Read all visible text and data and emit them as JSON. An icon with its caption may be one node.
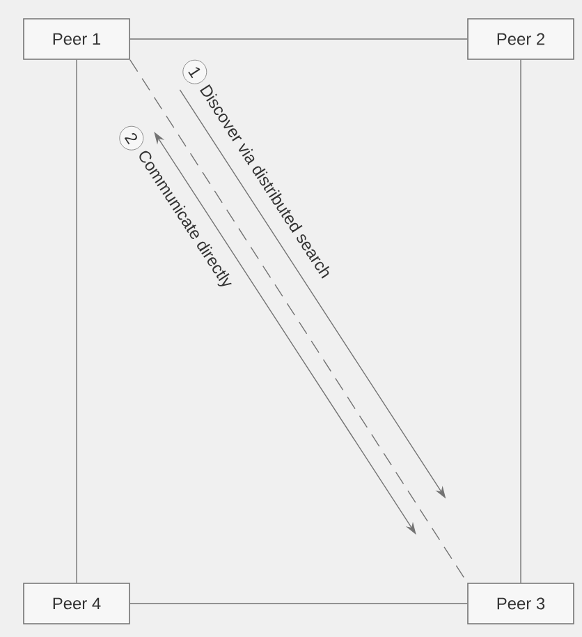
{
  "diagram": {
    "nodes": [
      {
        "text": [
          "Peer 1"
        ]
      },
      {
        "text": [
          "Peer 2"
        ]
      },
      {
        "text": [
          "Peer 3"
        ]
      },
      {
        "text": [
          "Peer 4"
        ]
      }
    ],
    "edges": [
      {
        "from": 0,
        "to": 1,
        "arrow": "none"
      },
      {
        "from": 0,
        "to": 3,
        "arrow": "none"
      },
      {
        "from": 1,
        "to": 2,
        "arrow": "none"
      },
      {
        "from": 3,
        "to": 2,
        "arrow": "none"
      },
      {
        "from": 0,
        "to": 2,
        "arrow": "none",
        "style": "dashed"
      },
      {
        "from": 0,
        "to": 2,
        "arrow": "to",
        "label": "Discover via distributed search"
      },
      {
        "from": 0,
        "to": 2,
        "arrow": "both",
        "label": "Communicate directly"
      }
    ],
    "labels": [
      "1",
      "2"
    ]
  }
}
